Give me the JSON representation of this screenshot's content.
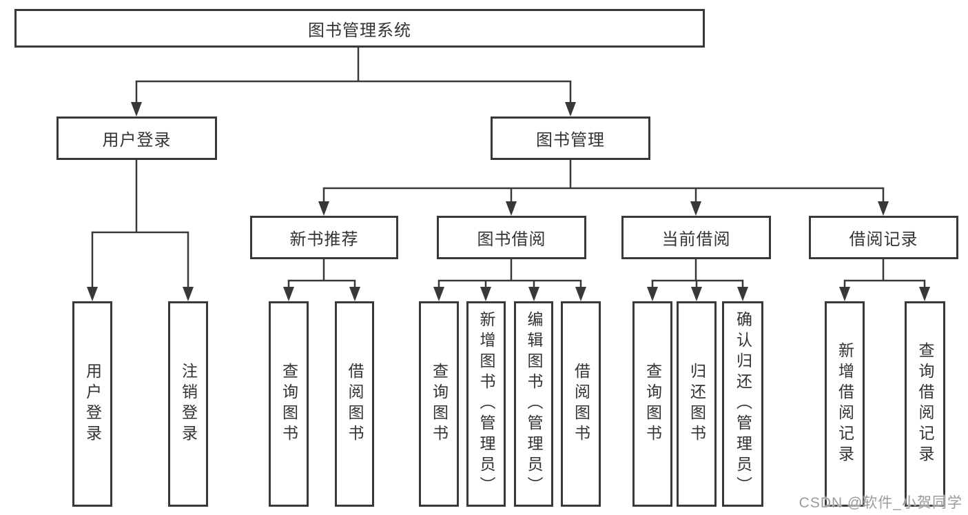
{
  "diagram_title": "图书管理系统",
  "colors": {
    "line": "#383838",
    "box_border": "#383838",
    "text": "#333333",
    "background": "#ffffff",
    "watermark": "#9b9b9b"
  },
  "tree": {
    "root": "图书管理系统",
    "level2": [
      {
        "label": "用户登录",
        "leaves": [
          "用户登录",
          "注销登录"
        ]
      },
      {
        "label": "图书管理",
        "children": [
          {
            "label": "新书推荐",
            "leaves": [
              "查询图书",
              "借阅图书"
            ]
          },
          {
            "label": "图书借阅",
            "leaves": [
              "查询图书",
              "新增图书（管理员）",
              "编辑图书（管理员）",
              "借阅图书"
            ]
          },
          {
            "label": "当前借阅",
            "leaves": [
              "查询图书",
              "归还图书",
              "确认归还（管理员）"
            ]
          },
          {
            "label": "借阅记录",
            "leaves": [
              "新增借阅记录",
              "查询借阅记录"
            ]
          }
        ]
      }
    ]
  },
  "watermark": "CSDN @软件_小贺同学"
}
